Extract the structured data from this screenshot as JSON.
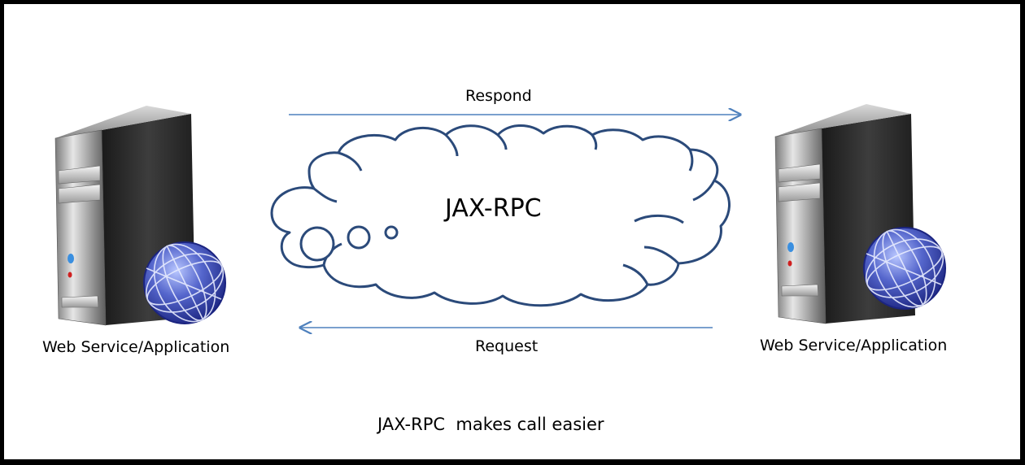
{
  "left_node": {
    "label": "Web Service/Application",
    "icon": "server-globe-icon"
  },
  "right_node": {
    "label": "Web Service/Application",
    "icon": "server-globe-icon"
  },
  "cloud": {
    "label": "JAX-RPC",
    "icon": "thought-cloud-icon"
  },
  "arrows": {
    "top": {
      "label": "Respond",
      "direction": "right"
    },
    "bottom": {
      "label": "Request",
      "direction": "left"
    }
  },
  "caption": "JAX-RPC  makes call easier",
  "colors": {
    "arrow": "#4f81bd",
    "cloud_stroke": "#2b4a7a",
    "globe": "#4453b8",
    "server_body": "#2a2a2a"
  }
}
